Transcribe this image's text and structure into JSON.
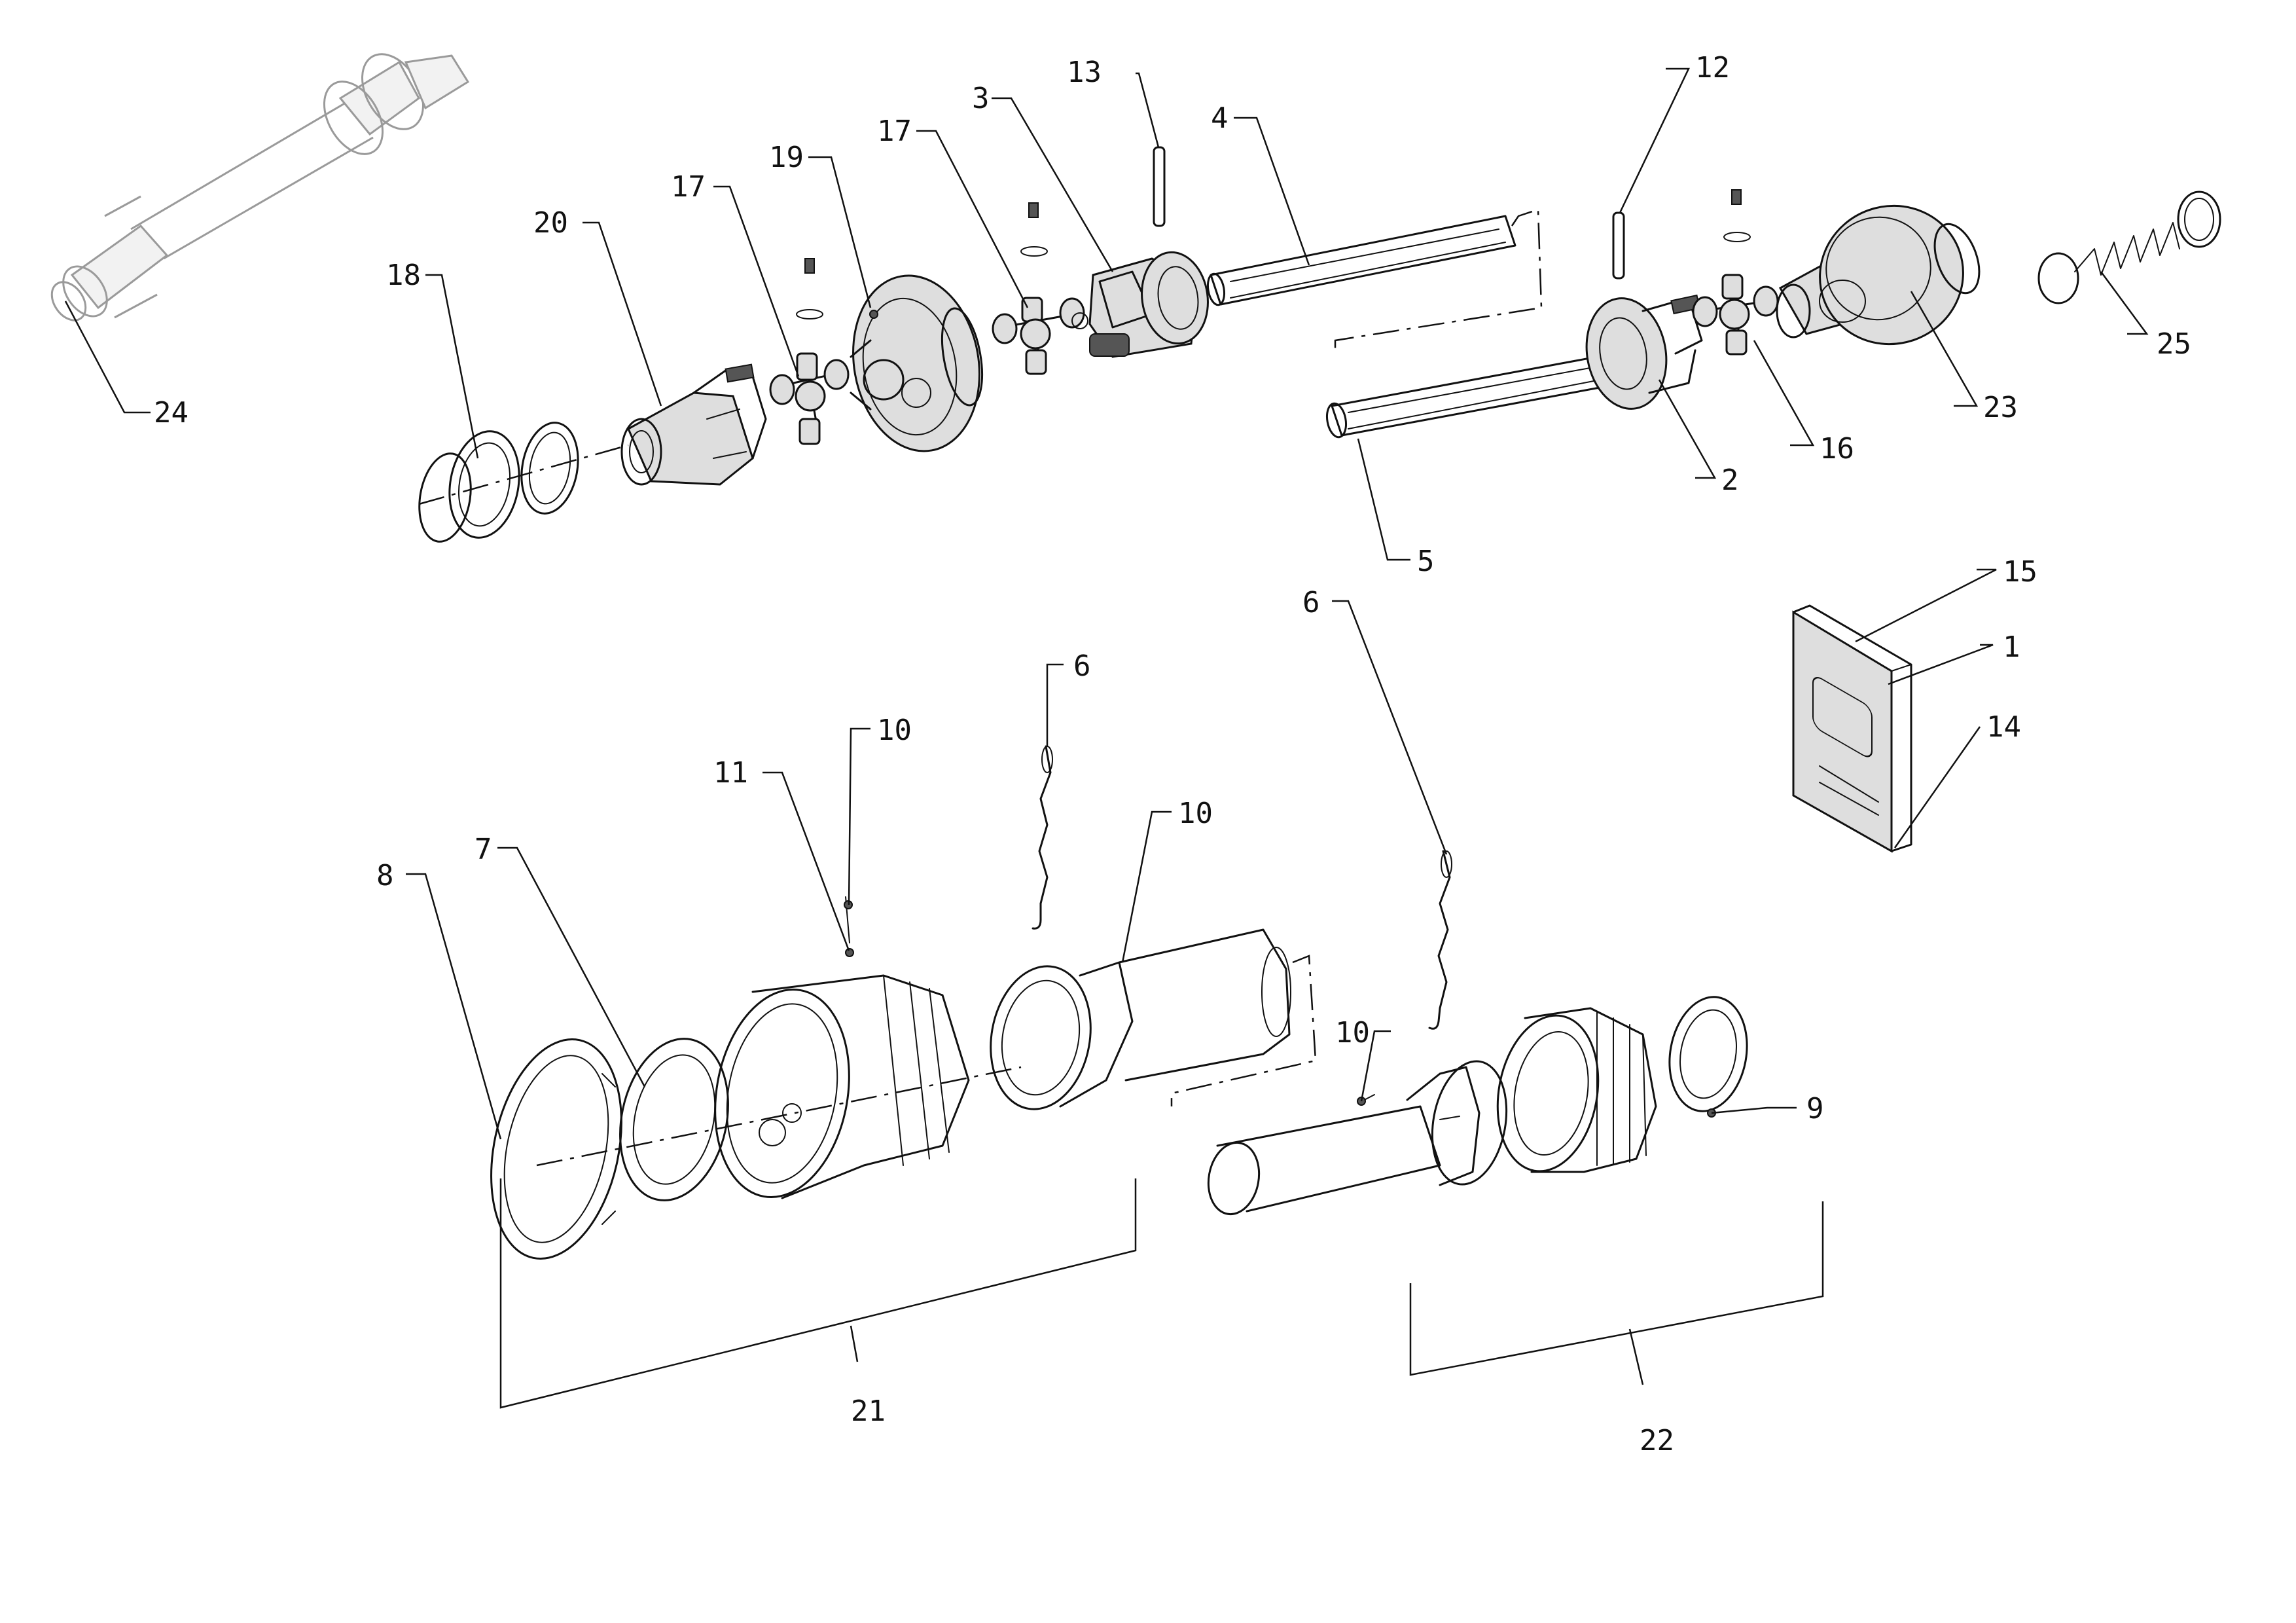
{
  "labels": {
    "l24": "24",
    "l18": "18",
    "l20": "20",
    "l17a": "17",
    "l19": "19",
    "l17b": "17",
    "l3": "3",
    "l13": "13",
    "l4": "4",
    "l12": "12",
    "l25": "25",
    "l23": "23",
    "l16": "16",
    "l2": "2",
    "l5": "5",
    "l15": "15",
    "l1": "1",
    "l14": "14",
    "l6a": "6",
    "l10a": "10",
    "l11": "11",
    "l10b": "10",
    "l8": "8",
    "l7": "7",
    "l6b": "6",
    "l10c": "10",
    "l9": "9",
    "l21": "21",
    "l22": "22"
  }
}
